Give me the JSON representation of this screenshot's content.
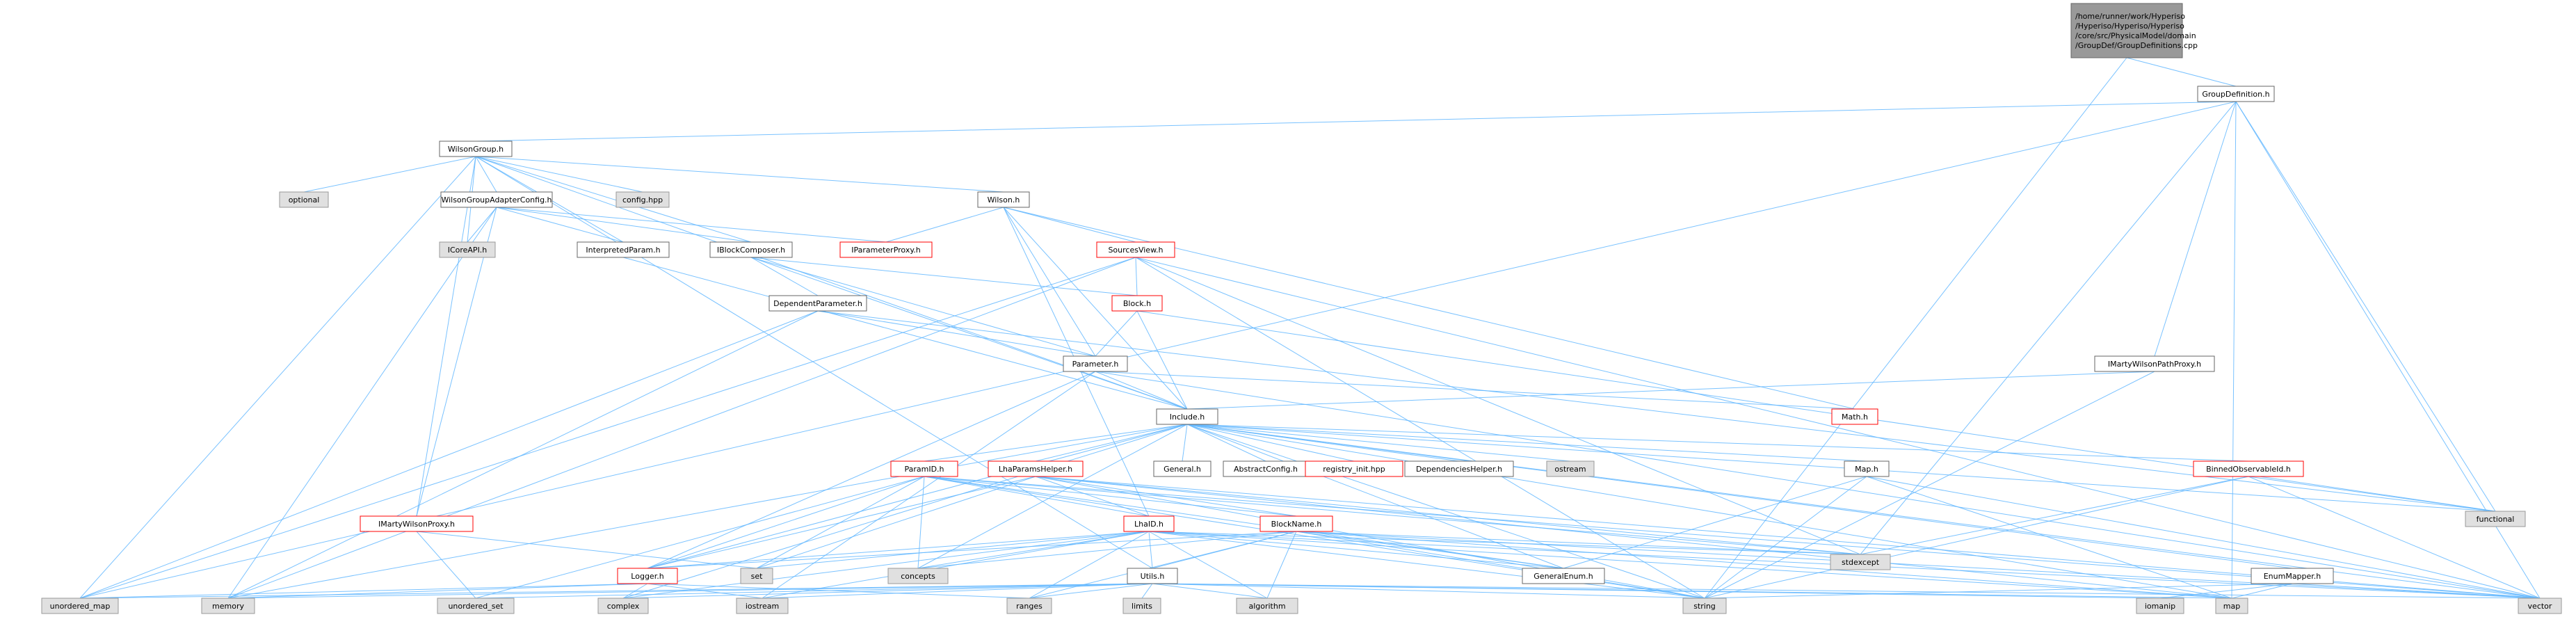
{
  "colors": {
    "root_fill": "#999999",
    "file_fill": "#ffffff",
    "file_stroke": "#666666",
    "red_stroke": "#ff0000",
    "system_fill": "#e0e0e0",
    "system_stroke": "#999999",
    "edge": "#63b8ff"
  },
  "nodes": [
    {
      "id": "root",
      "kind": "root",
      "lines": [
        "/home/runner/work/Hyperiso",
        "/Hyperiso/Hyperiso/Hyperiso",
        "/core/src/PhysicalModel/domain",
        "/GroupDef/GroupDefinitions.cpp"
      ]
    },
    {
      "id": "groupdefinition",
      "kind": "file",
      "lines": [
        "GroupDefinition.h"
      ]
    },
    {
      "id": "wilsongroup",
      "kind": "file",
      "lines": [
        "WilsonGroup.h"
      ]
    },
    {
      "id": "optional",
      "kind": "system",
      "lines": [
        "optional"
      ]
    },
    {
      "id": "wilsongroupadapterconfig",
      "kind": "file",
      "lines": [
        "WilsonGroupAdapterConfig.h"
      ]
    },
    {
      "id": "confighpp",
      "kind": "system",
      "lines": [
        "config.hpp"
      ]
    },
    {
      "id": "wilson",
      "kind": "file",
      "lines": [
        "Wilson.h"
      ]
    },
    {
      "id": "icoreapi",
      "kind": "system",
      "lines": [
        "ICoreAPI.h"
      ]
    },
    {
      "id": "interpretedparam",
      "kind": "file",
      "lines": [
        "InterpretedParam.h"
      ]
    },
    {
      "id": "iblockcomposer",
      "kind": "file",
      "lines": [
        "IBlockComposer.h"
      ]
    },
    {
      "id": "iparameterproxy",
      "kind": "red",
      "lines": [
        "IParameterProxy.h"
      ]
    },
    {
      "id": "sourcesview",
      "kind": "red",
      "lines": [
        "SourcesView.h"
      ]
    },
    {
      "id": "dependentparameter",
      "kind": "file",
      "lines": [
        "DependentParameter.h"
      ]
    },
    {
      "id": "block",
      "kind": "red",
      "lines": [
        "Block.h"
      ]
    },
    {
      "id": "parameter",
      "kind": "file",
      "lines": [
        "Parameter.h"
      ]
    },
    {
      "id": "imartywilsonpathproxy",
      "kind": "file",
      "lines": [
        "IMartyWilsonPathProxy.h"
      ]
    },
    {
      "id": "math",
      "kind": "red",
      "lines": [
        "Math.h"
      ]
    },
    {
      "id": "include",
      "kind": "file",
      "lines": [
        "Include.h"
      ]
    },
    {
      "id": "paramid",
      "kind": "red",
      "lines": [
        "ParamID.h"
      ]
    },
    {
      "id": "lhaparamshelper",
      "kind": "red",
      "lines": [
        "LhaParamsHelper.h"
      ]
    },
    {
      "id": "general",
      "kind": "file",
      "lines": [
        "General.h"
      ]
    },
    {
      "id": "abstractconfig",
      "kind": "file",
      "lines": [
        "AbstractConfig.h"
      ]
    },
    {
      "id": "registryinit",
      "kind": "red",
      "lines": [
        "registry_init.hpp"
      ]
    },
    {
      "id": "dependencieshelper",
      "kind": "file",
      "lines": [
        "DependenciesHelper.h"
      ]
    },
    {
      "id": "ostream",
      "kind": "system",
      "lines": [
        "ostream"
      ]
    },
    {
      "id": "map_h",
      "kind": "file",
      "lines": [
        "Map.h"
      ]
    },
    {
      "id": "binnedobservableid",
      "kind": "red",
      "lines": [
        "BinnedObservableId.h"
      ]
    },
    {
      "id": "functional",
      "kind": "system",
      "lines": [
        "functional"
      ]
    },
    {
      "id": "imartywilsonproxy",
      "kind": "red",
      "lines": [
        "IMartyWilsonProxy.h"
      ]
    },
    {
      "id": "lhaid",
      "kind": "red",
      "lines": [
        "LhaID.h"
      ]
    },
    {
      "id": "blockname",
      "kind": "red",
      "lines": [
        "BlockName.h"
      ]
    },
    {
      "id": "stdexcept",
      "kind": "system",
      "lines": [
        "stdexcept"
      ]
    },
    {
      "id": "logger",
      "kind": "red",
      "lines": [
        "Logger.h"
      ]
    },
    {
      "id": "set",
      "kind": "system",
      "lines": [
        "set"
      ]
    },
    {
      "id": "concepts",
      "kind": "system",
      "lines": [
        "concepts"
      ]
    },
    {
      "id": "generalenum",
      "kind": "file",
      "lines": [
        "GeneralEnum.h"
      ]
    },
    {
      "id": "utils",
      "kind": "file",
      "lines": [
        "Utils.h"
      ]
    },
    {
      "id": "enummapper",
      "kind": "file",
      "lines": [
        "EnumMapper.h"
      ]
    },
    {
      "id": "unordered_map",
      "kind": "system",
      "lines": [
        "unordered_map"
      ]
    },
    {
      "id": "memory",
      "kind": "system",
      "lines": [
        "memory"
      ]
    },
    {
      "id": "unordered_set",
      "kind": "system",
      "lines": [
        "unordered_set"
      ]
    },
    {
      "id": "complex",
      "kind": "system",
      "lines": [
        "complex"
      ]
    },
    {
      "id": "iostream",
      "kind": "system",
      "lines": [
        "iostream"
      ]
    },
    {
      "id": "ranges",
      "kind": "system",
      "lines": [
        "ranges"
      ]
    },
    {
      "id": "limits",
      "kind": "system",
      "lines": [
        "limits"
      ]
    },
    {
      "id": "algorithm",
      "kind": "system",
      "lines": [
        "algorithm"
      ]
    },
    {
      "id": "string",
      "kind": "system",
      "lines": [
        "string"
      ]
    },
    {
      "id": "iomanip",
      "kind": "system",
      "lines": [
        "iomanip"
      ]
    },
    {
      "id": "map",
      "kind": "system",
      "lines": [
        "map"
      ]
    },
    {
      "id": "vector",
      "kind": "system",
      "lines": [
        "vector"
      ]
    }
  ],
  "edges": [
    [
      "root",
      "groupdefinition"
    ],
    [
      "root",
      "string"
    ],
    [
      "groupdefinition",
      "wilsongroup"
    ],
    [
      "groupdefinition",
      "imartywilsonpathproxy"
    ],
    [
      "groupdefinition",
      "stdexcept"
    ],
    [
      "groupdefinition",
      "functional"
    ],
    [
      "groupdefinition",
      "map"
    ],
    [
      "groupdefinition",
      "vector"
    ],
    [
      "groupdefinition",
      "unordered_map"
    ],
    [
      "wilsongroup",
      "optional"
    ],
    [
      "wilsongroup",
      "wilsongroupadapterconfig"
    ],
    [
      "wilsongroup",
      "confighpp"
    ],
    [
      "wilsongroup",
      "wilson"
    ],
    [
      "wilsongroup",
      "icoreapi"
    ],
    [
      "wilsongroup",
      "interpretedparam"
    ],
    [
      "wilsongroup",
      "iblockcomposer"
    ],
    [
      "wilsongroup",
      "imartywilsonproxy"
    ],
    [
      "wilsongroup",
      "unordered_map"
    ],
    [
      "wilsongroup",
      "include"
    ],
    [
      "wilsongroup",
      "utils"
    ],
    [
      "wilsongroupadapterconfig",
      "icoreapi"
    ],
    [
      "wilsongroupadapterconfig",
      "interpretedparam"
    ],
    [
      "wilsongroupadapterconfig",
      "iblockcomposer"
    ],
    [
      "wilsongroupadapterconfig",
      "iparameterproxy"
    ],
    [
      "wilsongroupadapterconfig",
      "imartywilsonproxy"
    ],
    [
      "wilsongroupadapterconfig",
      "memory"
    ],
    [
      "wilson",
      "iparameterproxy"
    ],
    [
      "wilson",
      "sourcesview"
    ],
    [
      "wilson",
      "parameter"
    ],
    [
      "wilson",
      "math"
    ],
    [
      "wilson",
      "include"
    ],
    [
      "wilson",
      "lhaid"
    ],
    [
      "interpretedparam",
      "include"
    ],
    [
      "iblockcomposer",
      "dependentparameter"
    ],
    [
      "iblockcomposer",
      "block"
    ],
    [
      "iblockcomposer",
      "parameter"
    ],
    [
      "iblockcomposer",
      "include"
    ],
    [
      "sourcesview",
      "block"
    ],
    [
      "sourcesview",
      "stdexcept"
    ],
    [
      "sourcesview",
      "string"
    ],
    [
      "sourcesview",
      "vector"
    ],
    [
      "sourcesview",
      "memory"
    ],
    [
      "sourcesview",
      "unordered_map"
    ],
    [
      "dependentparameter",
      "parameter"
    ],
    [
      "dependentparameter",
      "functional"
    ],
    [
      "dependentparameter",
      "memory"
    ],
    [
      "dependentparameter",
      "unordered_map"
    ],
    [
      "block",
      "parameter"
    ],
    [
      "block",
      "include"
    ],
    [
      "block",
      "functional"
    ],
    [
      "parameter",
      "include"
    ],
    [
      "parameter",
      "math"
    ],
    [
      "parameter",
      "logger"
    ],
    [
      "parameter",
      "iostream"
    ],
    [
      "parameter",
      "vector"
    ],
    [
      "imartywilsonpathproxy",
      "include"
    ],
    [
      "imartywilsonpathproxy",
      "string"
    ],
    [
      "include",
      "paramid"
    ],
    [
      "include",
      "lhaparamshelper"
    ],
    [
      "include",
      "general"
    ],
    [
      "include",
      "abstractconfig"
    ],
    [
      "include",
      "registryinit"
    ],
    [
      "include",
      "dependencieshelper"
    ],
    [
      "include",
      "ostream"
    ],
    [
      "include",
      "map_h"
    ],
    [
      "include",
      "binnedobservableid"
    ],
    [
      "include",
      "enummapper"
    ],
    [
      "include",
      "logger"
    ],
    [
      "include",
      "generalenum"
    ],
    [
      "include",
      "concepts"
    ],
    [
      "include",
      "memory"
    ],
    [
      "include",
      "complex"
    ],
    [
      "include",
      "string"
    ],
    [
      "include",
      "vector"
    ],
    [
      "include",
      "functional"
    ],
    [
      "include",
      "map"
    ],
    [
      "paramid",
      "lhaid"
    ],
    [
      "paramid",
      "blockname"
    ],
    [
      "paramid",
      "logger"
    ],
    [
      "paramid",
      "set"
    ],
    [
      "paramid",
      "concepts"
    ],
    [
      "paramid",
      "generalenum"
    ],
    [
      "paramid",
      "stdexcept"
    ],
    [
      "paramid",
      "unordered_set"
    ],
    [
      "paramid",
      "string"
    ],
    [
      "paramid",
      "vector"
    ],
    [
      "lhaparamshelper",
      "lhaid"
    ],
    [
      "lhaparamshelper",
      "blockname"
    ],
    [
      "lhaparamshelper",
      "logger"
    ],
    [
      "lhaparamshelper",
      "stdexcept"
    ],
    [
      "lhaparamshelper",
      "map"
    ],
    [
      "lhaparamshelper",
      "vector"
    ],
    [
      "lhaparamshelper",
      "string"
    ],
    [
      "lhaparamshelper",
      "set"
    ],
    [
      "map_h",
      "generalenum"
    ],
    [
      "map_h",
      "string"
    ],
    [
      "map_h",
      "map"
    ],
    [
      "map_h",
      "vector"
    ],
    [
      "binnedobservableid",
      "stdexcept"
    ],
    [
      "binnedobservableid",
      "functional"
    ],
    [
      "binnedobservableid",
      "string"
    ],
    [
      "binnedobservableid",
      "vector"
    ],
    [
      "imartywilsonproxy",
      "unordered_set"
    ],
    [
      "imartywilsonproxy",
      "set"
    ],
    [
      "lhaid",
      "logger"
    ],
    [
      "lhaid",
      "utils"
    ],
    [
      "lhaid",
      "generalenum"
    ],
    [
      "lhaid",
      "stdexcept"
    ],
    [
      "lhaid",
      "set"
    ],
    [
      "lhaid",
      "concepts"
    ],
    [
      "lhaid",
      "string"
    ],
    [
      "lhaid",
      "map"
    ],
    [
      "lhaid",
      "vector"
    ],
    [
      "lhaid",
      "complex"
    ],
    [
      "lhaid",
      "iostream"
    ],
    [
      "lhaid",
      "ranges"
    ],
    [
      "lhaid",
      "algorithm"
    ],
    [
      "blockname",
      "logger"
    ],
    [
      "blockname",
      "utils"
    ],
    [
      "blockname",
      "generalenum"
    ],
    [
      "blockname",
      "stdexcept"
    ],
    [
      "blockname",
      "concepts"
    ],
    [
      "blockname",
      "ranges"
    ],
    [
      "blockname",
      "algorithm"
    ],
    [
      "blockname",
      "string"
    ],
    [
      "blockname",
      "map"
    ],
    [
      "blockname",
      "vector"
    ],
    [
      "logger",
      "iostream"
    ],
    [
      "logger",
      "complex"
    ],
    [
      "logger",
      "memory"
    ],
    [
      "logger",
      "unordered_map"
    ],
    [
      "logger",
      "ranges"
    ],
    [
      "utils",
      "unordered_map"
    ],
    [
      "utils",
      "memory"
    ],
    [
      "utils",
      "unordered_set"
    ],
    [
      "utils",
      "complex"
    ],
    [
      "utils",
      "iostream"
    ],
    [
      "utils",
      "ranges"
    ],
    [
      "utils",
      "limits"
    ],
    [
      "utils",
      "algorithm"
    ],
    [
      "utils",
      "string"
    ],
    [
      "utils",
      "iomanip"
    ],
    [
      "utils",
      "map"
    ],
    [
      "utils",
      "vector"
    ],
    [
      "enummapper",
      "string"
    ],
    [
      "enummapper",
      "map"
    ],
    [
      "enummapper",
      "vector"
    ],
    [
      "enummapper",
      "iomanip"
    ]
  ]
}
